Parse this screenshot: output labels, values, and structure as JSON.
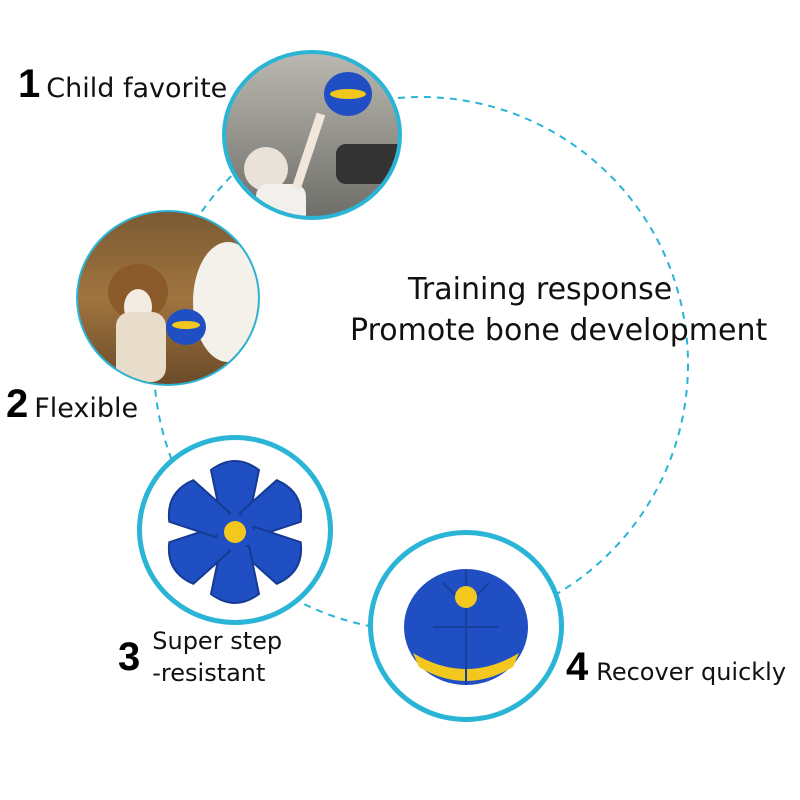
{
  "headline": {
    "line1": "Training response",
    "line2": "Promote bone development"
  },
  "features": [
    {
      "number": "1",
      "label": "Child favorite"
    },
    {
      "number": "2",
      "label": "Flexible"
    },
    {
      "number": "3",
      "label_line1": "Super step",
      "label_line2": "-resistant"
    },
    {
      "number": "4",
      "label": "Recover quickly"
    }
  ],
  "colors": {
    "accent": "#2ab4d6",
    "ball_blue": "#1f4fc2",
    "ball_yellow": "#f2c81e"
  }
}
